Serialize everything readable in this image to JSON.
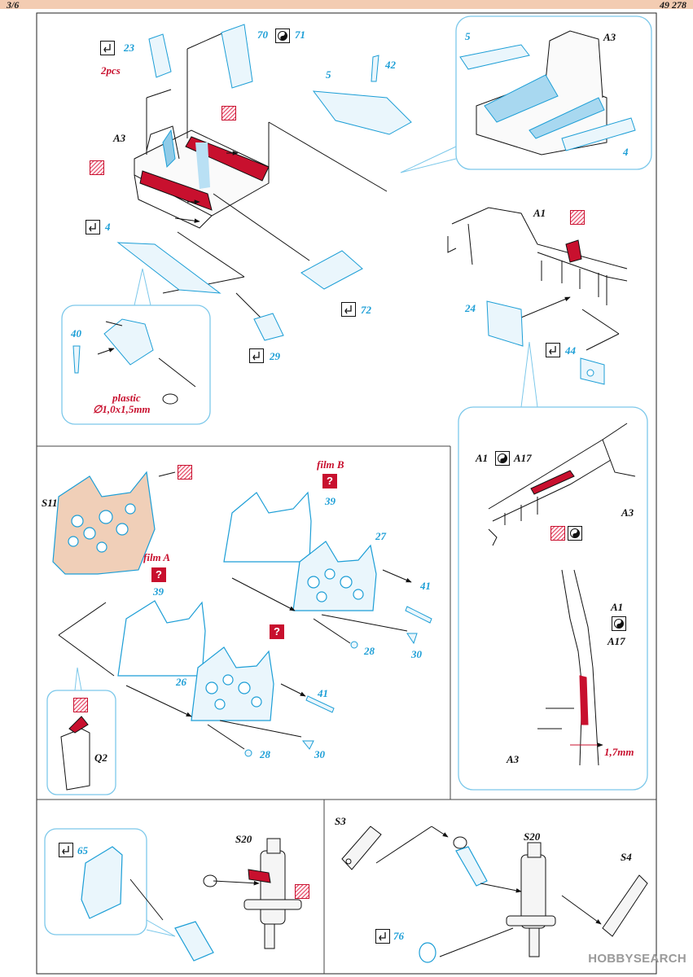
{
  "header": {
    "page": "3/6",
    "code": "49 278"
  },
  "watermark": "HOBBYSEARCH",
  "labels": {
    "p23": "23",
    "pcs": "2pcs",
    "p70": "70",
    "p71": "71",
    "p42": "42",
    "p5a": "5",
    "a3_top": "A3",
    "p4": "4",
    "p72": "72",
    "p29": "29",
    "p40": "40",
    "plastic": "plastic",
    "plastic_dim": "∅1,0x1,5mm",
    "inset_5": "5",
    "inset_a3": "A3",
    "inset_4": "4",
    "a1": "A1",
    "p24": "24",
    "p44": "44",
    "a1b": "A1",
    "a17": "A17",
    "a3b": "A3",
    "a1c": "A1",
    "a17c": "A17",
    "a3c": "A3",
    "dim": "1,7mm",
    "s11": "S11",
    "film_b": "film B",
    "p39a": "39",
    "film_a": "film A",
    "p39b": "39",
    "p27": "27",
    "p41a": "41",
    "p28a": "28",
    "p30a": "30",
    "p26": "26",
    "p41b": "41",
    "p28b": "28",
    "p30b": "30",
    "q2": "Q2",
    "p65": "65",
    "s20a": "S20",
    "s3": "S3",
    "s20b": "S20",
    "s4": "S4",
    "p76": "76"
  },
  "colors": {
    "etch": "#1c9ed6",
    "paint": "#c8102e",
    "line": "#111111"
  }
}
